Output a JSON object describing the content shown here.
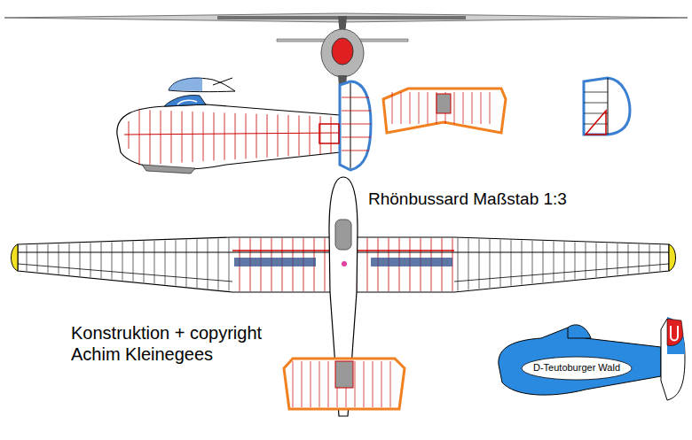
{
  "diagram": {
    "title": "Rhönbussard Maßstab 1:3",
    "labels": [
      "Konstruktion + copyright Achim Kleinegees",
      "D-Teutoburger Wald"
    ]
  }
}
